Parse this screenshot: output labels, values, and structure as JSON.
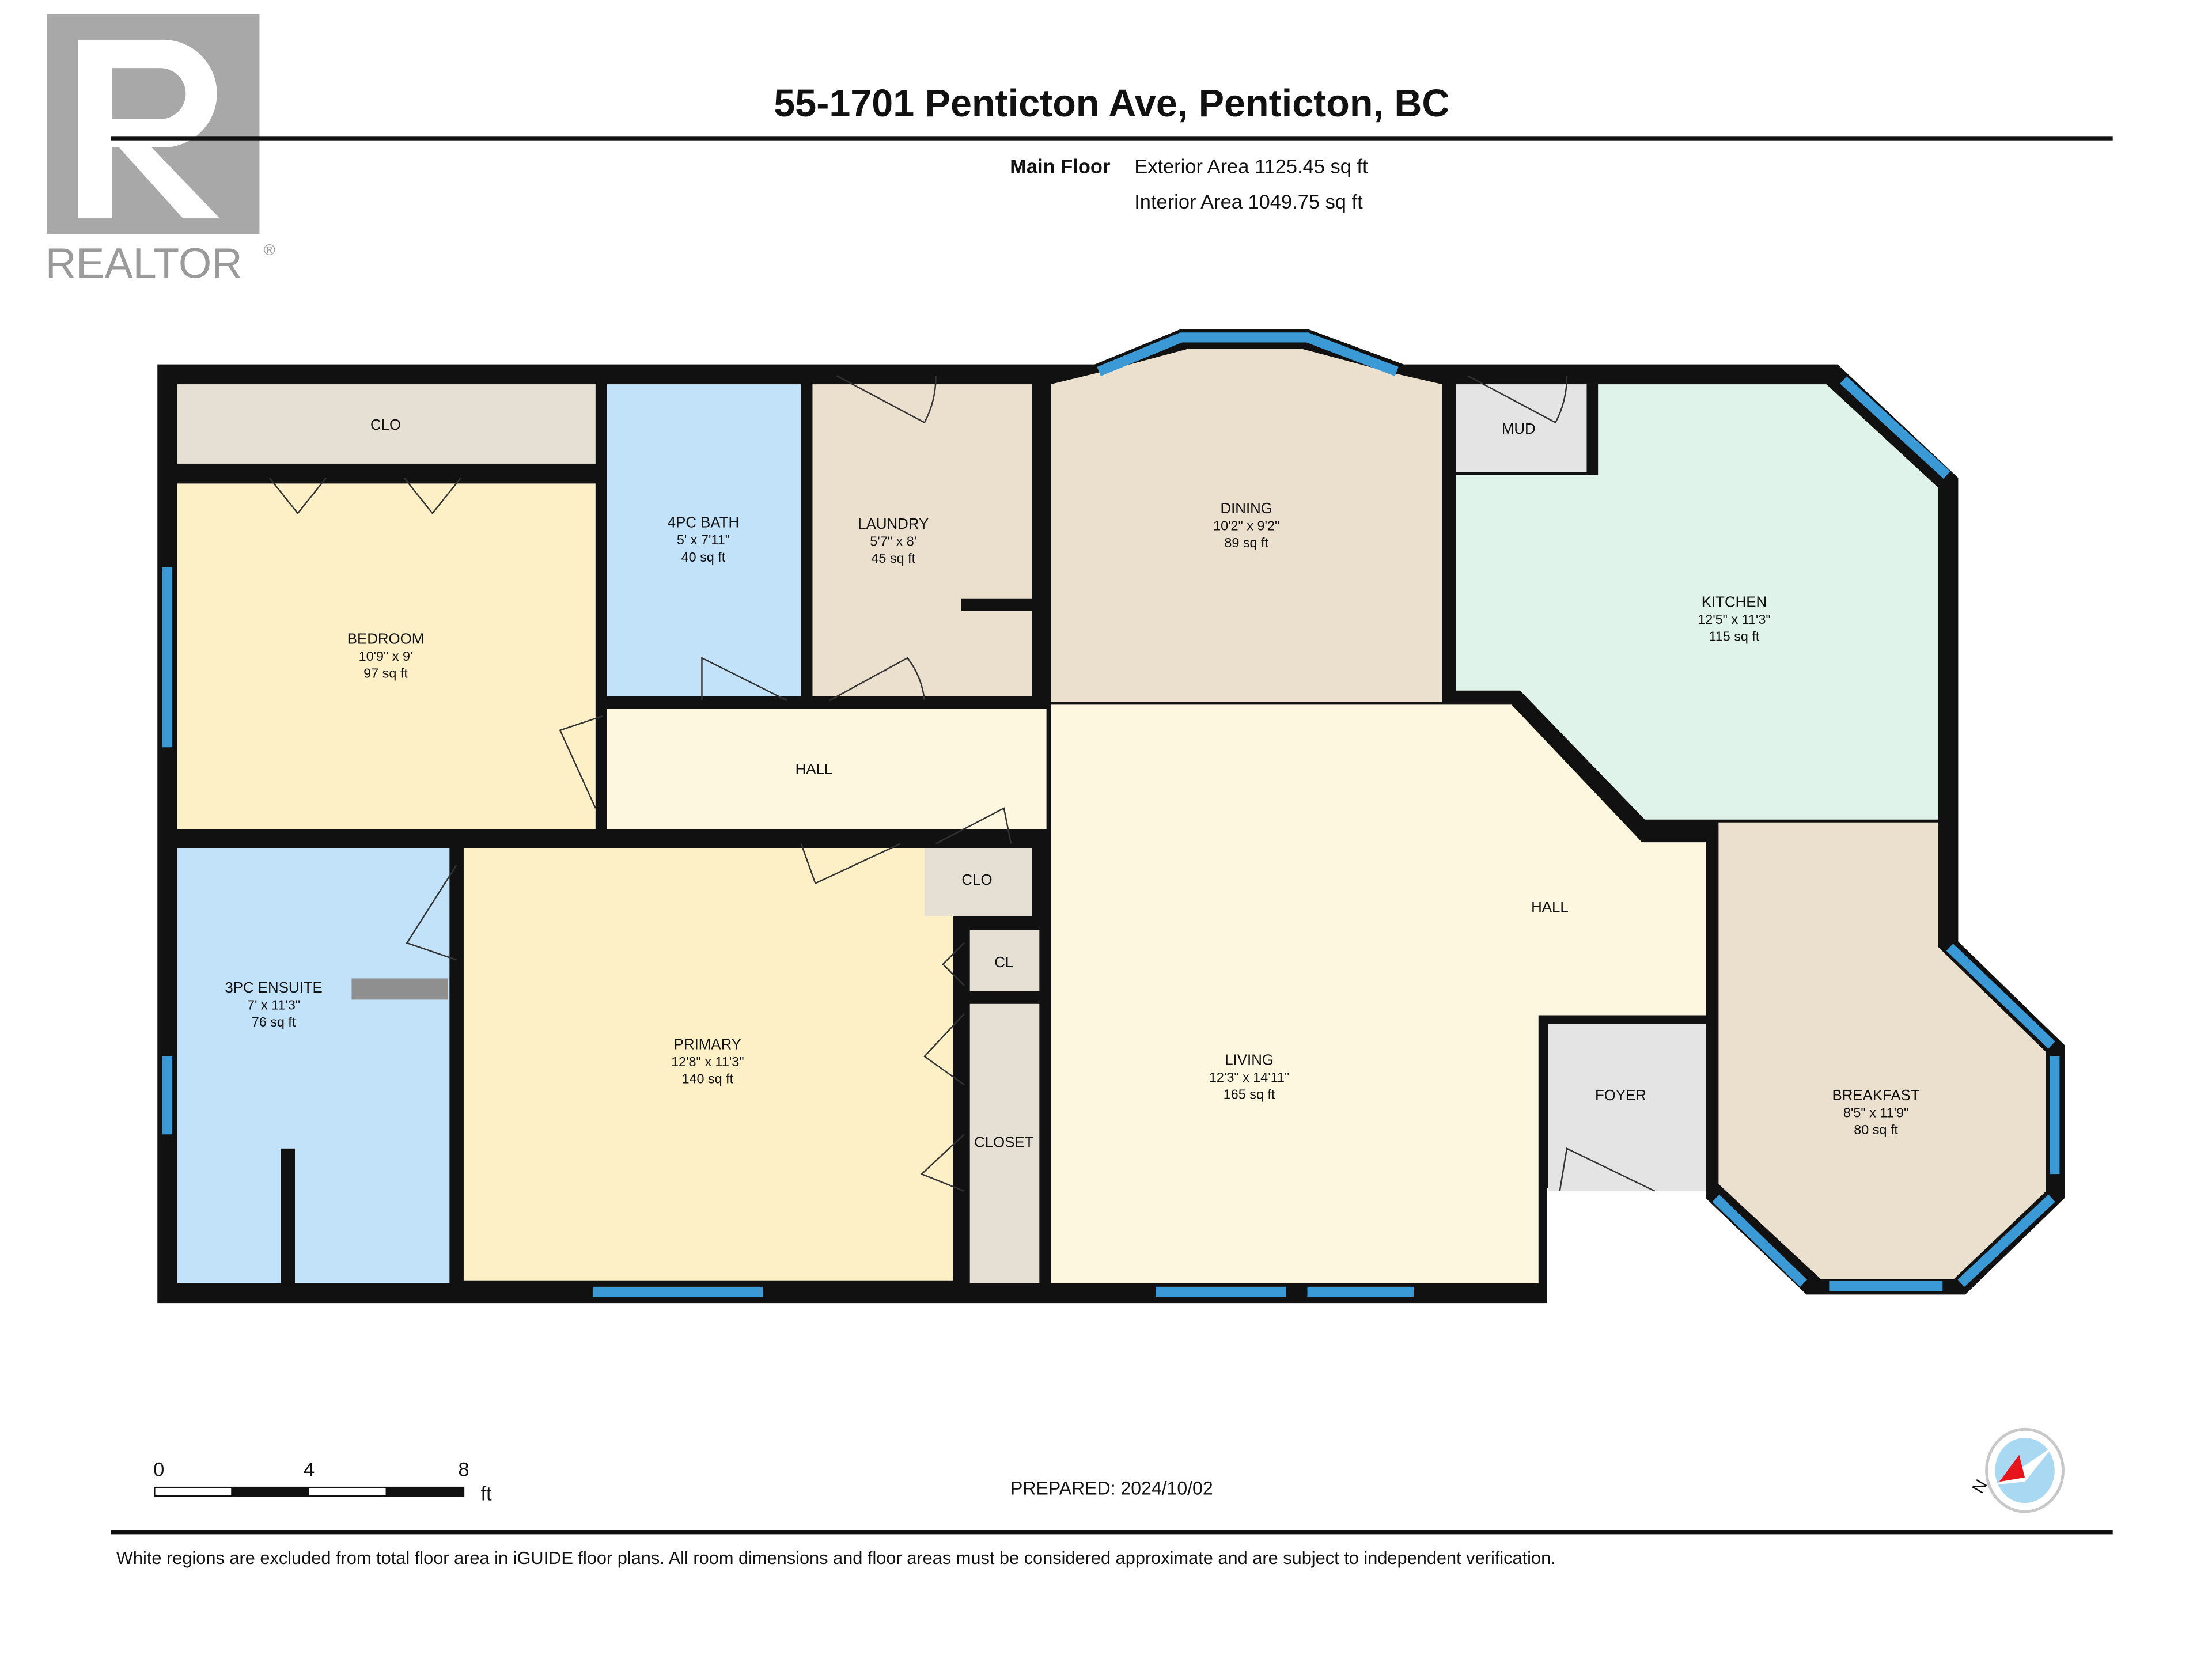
{
  "logo": {
    "text": "REALTOR",
    "mark": "R"
  },
  "header": {
    "title": "55-1701 Penticton Ave, Penticton, BC",
    "floor_label": "Main Floor",
    "exterior_area": "Exterior Area 1125.45 sq ft",
    "interior_area": "Interior Area 1049.75 sq ft"
  },
  "rooms": {
    "clo_top": {
      "name": "CLO"
    },
    "bedroom": {
      "name": "BEDROOM",
      "dims": "10'9\" x 9'",
      "area": "97 sq ft"
    },
    "bath4": {
      "name": "4PC BATH",
      "dims": "5' x 7'11\"",
      "area": "40 sq ft"
    },
    "laundry": {
      "name": "LAUNDRY",
      "dims": "5'7\" x 8'",
      "area": "45 sq ft"
    },
    "dining": {
      "name": "DINING",
      "dims": "10'2\" x 9'2\"",
      "area": "89 sq ft"
    },
    "mud": {
      "name": "MUD"
    },
    "kitchen": {
      "name": "KITCHEN",
      "dims": "12'5\" x 11'3\"",
      "area": "115 sq ft"
    },
    "hall_west": {
      "name": "HALL"
    },
    "hall_east": {
      "name": "HALL"
    },
    "clo_mid": {
      "name": "CLO"
    },
    "cl": {
      "name": "CL"
    },
    "closet": {
      "name": "CLOSET"
    },
    "ensuite": {
      "name": "3PC ENSUITE",
      "dims": "7' x 11'3\"",
      "area": "76 sq ft"
    },
    "primary": {
      "name": "PRIMARY",
      "dims": "12'8\" x 11'3\"",
      "area": "140 sq ft"
    },
    "living": {
      "name": "LIVING",
      "dims": "12'3\" x 14'11\"",
      "area": "165 sq ft"
    },
    "foyer": {
      "name": "FOYER"
    },
    "breakfast": {
      "name": "BREAKFAST",
      "dims": "8'5\" x 11'9\"",
      "area": "80 sq ft"
    }
  },
  "scale": {
    "ticks": [
      "0",
      "4",
      "8"
    ],
    "unit": "ft"
  },
  "prepared": "PREPARED: 2024/10/02",
  "compass": {
    "north_label": "N"
  },
  "footer": "White regions are excluded from total floor area in iGUIDE floor plans. All room dimensions and floor areas must be considered approximate and are subject to independent verification.",
  "colors": {
    "wall": "#111111",
    "window": "#3b9ad6",
    "bedroom": "#fdefc6",
    "bath": "#c2e2fa",
    "utility": "#ebdfcd",
    "kitchen": "#e0f3ea",
    "hall": "#fdf7df",
    "closet": "#e5dfd4",
    "grey": "#e4e4e4"
  }
}
